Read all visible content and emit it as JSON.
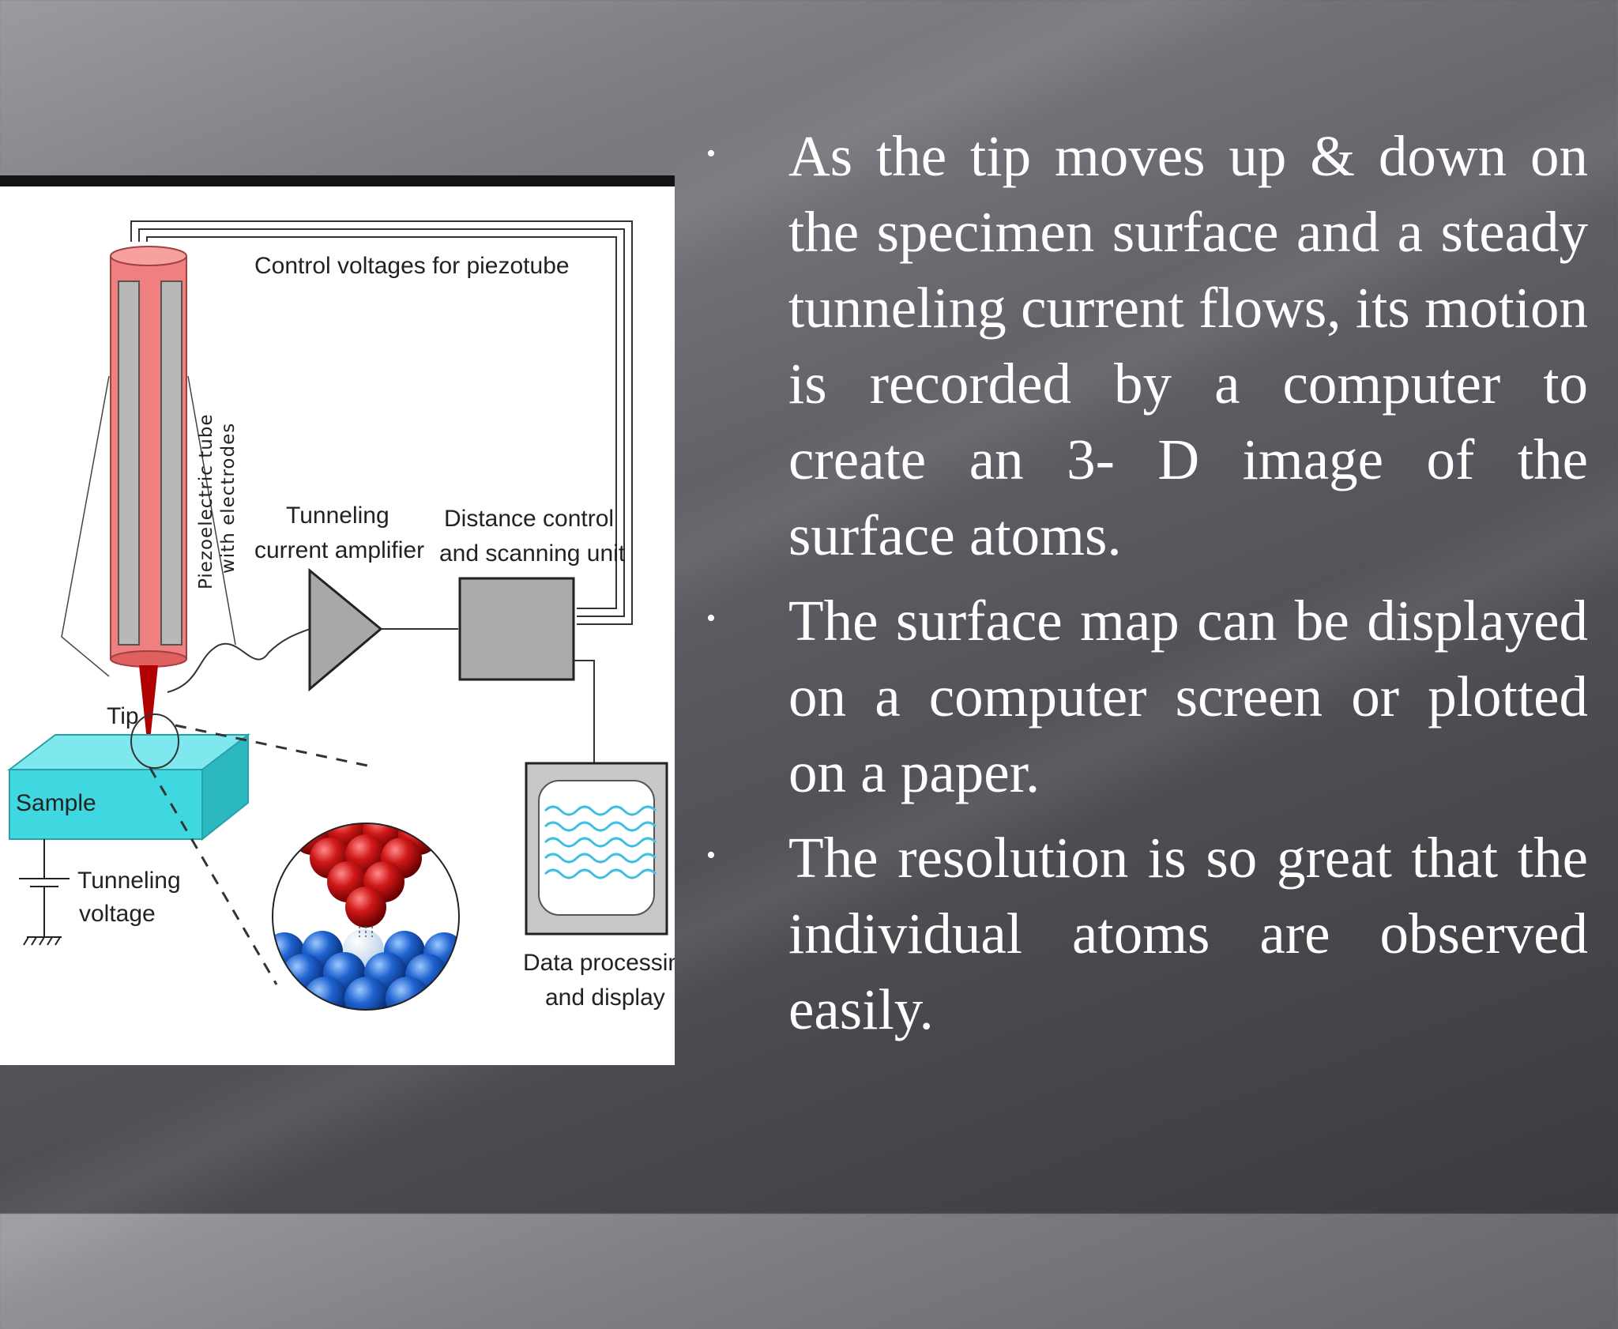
{
  "diagram": {
    "label_control_voltages": "Control voltages for piezotube",
    "label_piezo_line1": "Piezoelectric tube",
    "label_piezo_line2": "with electrodes",
    "label_amp_line1": "Tunneling",
    "label_amp_line2": "current amplifier",
    "label_dist_line1": "Distance control",
    "label_dist_line2": "and scanning unit",
    "label_tip": "Tip",
    "label_sample": "Sample",
    "label_voltage_line1": "Tunneling",
    "label_voltage_line2": "voltage",
    "label_display_line1": "Data processing",
    "label_display_line2": "and display",
    "colors": {
      "piezo_tube": "#f08080",
      "tip": "#b00000",
      "sample": "#40d8e0",
      "atom_red": "#c81010",
      "atom_blue": "#1a5fc8",
      "boxes": "#aaaaaa"
    }
  },
  "bullets": [
    "As the tip moves up & down on the specimen surface and a steady tunneling current flows, its motion is recorded by a computer to create an 3- D image of the surface atoms.",
    "The surface map can be displayed on a computer screen or plotted on a paper.",
    "The resolution is so great that the individual atoms are observed easily."
  ]
}
